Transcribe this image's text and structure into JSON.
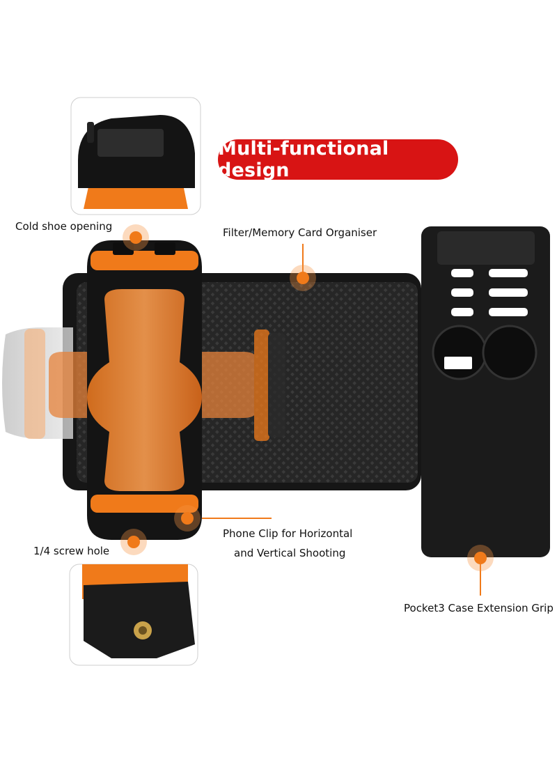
{
  "title": "Multi-functional design",
  "labels": {
    "cold_shoe": "Cold shoe opening",
    "filter_organiser": "Filter/Memory Card Organiser",
    "screw_hole": "1/4 screw hole",
    "phone_clip_line1": "Phone Clip for Horizontal",
    "phone_clip_line2": "and Vertical Shooting",
    "extension_grip": "Pocket3 Case Extension Grip"
  },
  "colors": {
    "accent": "#f07a1a",
    "title_bg": "#d81414",
    "product_black": "#1a1a1a"
  }
}
